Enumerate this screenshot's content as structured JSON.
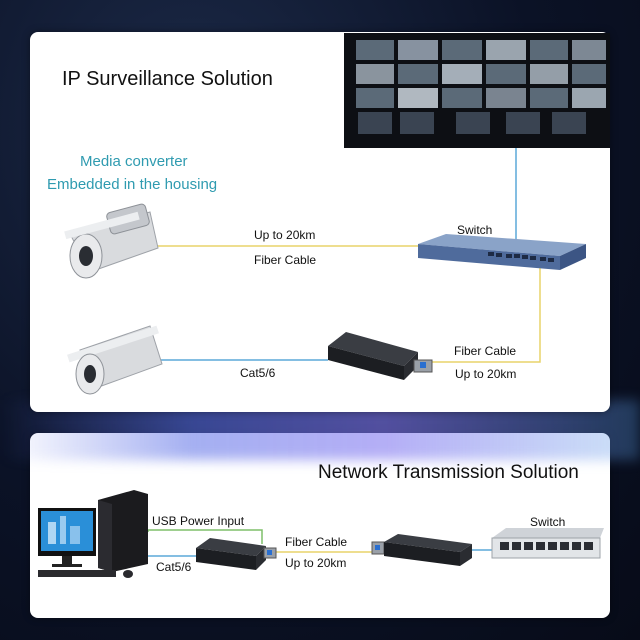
{
  "top": {
    "title": "IP Surveillance Solution",
    "converter_note_line1": "Media converter",
    "converter_note_line2": "Embedded in the housing",
    "label_distance_1": "Up to 20km",
    "label_cable_1": "Fiber Cable",
    "label_switch": "Switch",
    "label_cable_2": "Fiber Cable",
    "label_distance_2": "Up to 20km",
    "label_copper": "Cat5/6"
  },
  "bottom": {
    "title": "Network Transmission Solution",
    "label_usb": "USB Power Input",
    "label_copper": "Cat5/6",
    "label_cable": "Fiber Cable",
    "label_distance": "Up to 20km",
    "label_switch": "Switch"
  },
  "colors": {
    "fiber": "#e8d36a",
    "copper": "#5ba8d8",
    "usb": "#7fbf6a",
    "teal_text": "#2f9bb0"
  }
}
